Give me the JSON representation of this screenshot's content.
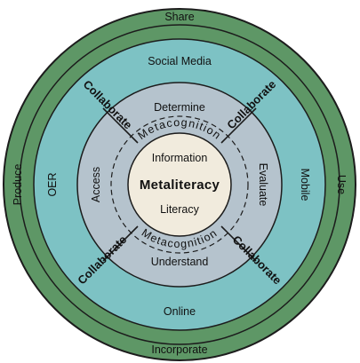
{
  "colors": {
    "outer_ring": "#5e9766",
    "middle_ring": "#7dc2c4",
    "inner_ring": "#b5c3cd",
    "core": "#f1ebdd",
    "stroke": "#1c1c1c"
  },
  "outer_ring": {
    "top": "Share",
    "right": "Use",
    "bottom": "Incorporate",
    "left": "Produce"
  },
  "middle_ring": {
    "top": "Social Media",
    "right": "Mobile",
    "bottom": "Online",
    "left": "OER"
  },
  "inner_ring": {
    "top": "Determine",
    "right": "Evaluate",
    "bottom": "Understand",
    "left": "Access"
  },
  "metacognition": {
    "top": "Metacognition",
    "bottom": "Metacognition"
  },
  "core": {
    "top": "Information",
    "title": "Metaliteracy",
    "bottom": "Literacy"
  },
  "collaborate": {
    "top_left": "Collaborate",
    "top_right": "Collaborate",
    "bottom_left": "Collaborate",
    "bottom_right": "Collaborate"
  }
}
